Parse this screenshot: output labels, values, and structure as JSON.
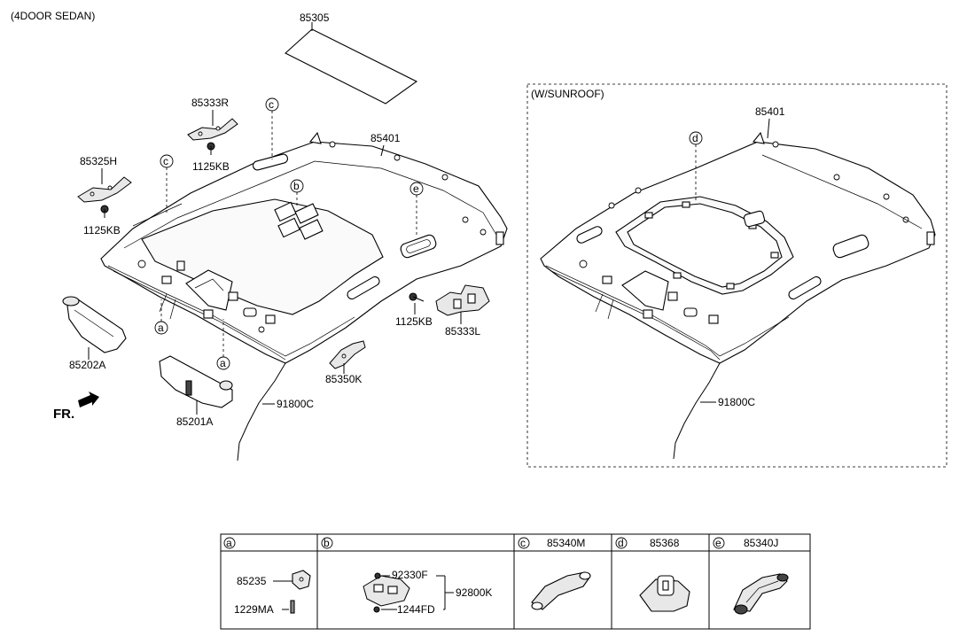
{
  "header": {
    "variant_label": "(4DOOR  SEDAN)"
  },
  "main_labels": {
    "roof_pad": "85305",
    "headlining": "85401",
    "bracket_r": "85333R",
    "bolt_1": "1125KB",
    "bracket_h": "85325H",
    "bolt_2": "1125KB",
    "bolt_3": "1125KB",
    "bracket_l": "85333L",
    "clip": "85350K",
    "wiring": "91800C",
    "visor_rh": "85202A",
    "visor_lh": "85201A",
    "fr": "FR."
  },
  "callouts": {
    "a1": "a",
    "a2": "a",
    "b": "b",
    "c1": "c",
    "c2": "c",
    "e": "e",
    "d": "d"
  },
  "sunroof_panel": {
    "title": "(W/SUNROOF)",
    "headlining": "85401",
    "wiring": "91800C",
    "callout_d": "d"
  },
  "legend_table": {
    "headers": [
      {
        "letter": "a",
        "part": ""
      },
      {
        "letter": "b",
        "part": ""
      },
      {
        "letter": "c",
        "part": "85340M"
      },
      {
        "letter": "d",
        "part": "85368"
      },
      {
        "letter": "e",
        "part": "85340J"
      }
    ],
    "cell_a": {
      "top": "85235",
      "bottom": "1229MA"
    },
    "cell_b": {
      "lamp": "92330F",
      "assy": "92800K",
      "screw": "1244FD"
    }
  }
}
